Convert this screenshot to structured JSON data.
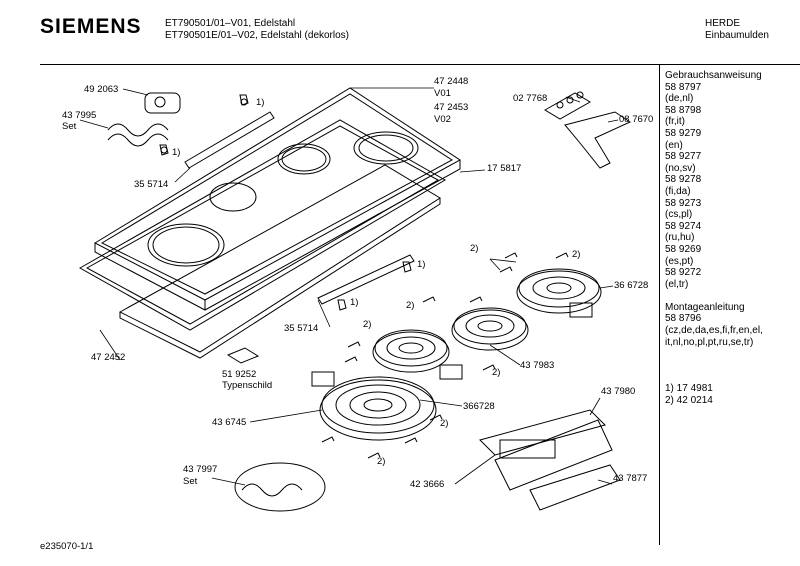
{
  "header": {
    "brand": "SIEMENS",
    "model_line1": "ET790501/01–V01, Edelstahl",
    "model_line2": "ET790501E/01–V02, Edelstahl (dekorlos)",
    "category_line1": "HERDE",
    "category_line2": "Einbaumulden"
  },
  "sidebar": {
    "lines_a": [
      "Gebrauchsanweisung",
      "58 8797",
      "(de,nl)",
      "58 8798",
      "(fr,it)",
      "58 9279",
      "(en)",
      "58 9277",
      "(no,sv)",
      "58 9278",
      "(fi,da)",
      "58 9273",
      "(cs,pl)",
      "58 9274",
      "(ru,hu)",
      "58 9269",
      "(es,pt)",
      "58 9272",
      "(el,tr)"
    ],
    "lines_b": [
      "Montageanleitung",
      "58 8796",
      "(cz,de,da,es,fi,fr,en,el,",
      "it,nl,no,pl,pt,ru,se,tr)"
    ],
    "lines_c": [
      "1) 17 4981",
      "2) 42 0214"
    ]
  },
  "labels": {
    "p492063": "49 2063",
    "p437995": "43 7995",
    "set1": "Set",
    "p355714a": "35 5714",
    "p472448": "47 2448",
    "v01": "V01",
    "p472453": "47 2453",
    "v02": "V02",
    "p027768": "02 7768",
    "p087670": "08 7670",
    "p175817": "17 5817",
    "p366728a": "36 6728",
    "p355714b": "35 5714",
    "p472452": "47 2452",
    "p519252": "51 9252",
    "typenschild": "Typenschild",
    "p437983": "43 7983",
    "p366728b": "366728",
    "p436745": "43 6745",
    "p437980": "43 7980",
    "p423666": "42 3666",
    "p437877": "43 7877",
    "p437997": "43 7997",
    "set2": "Set",
    "n1a": "1)",
    "n1b": "1)",
    "n1c": "1)",
    "n1d": "1)",
    "n2a": "2)",
    "n2b": "2)",
    "n2c": "2)",
    "n2d": "2)",
    "n2e": "2)",
    "n2f": "2)",
    "n2g": "2)"
  },
  "footer": {
    "code": "e235070-1/1"
  }
}
